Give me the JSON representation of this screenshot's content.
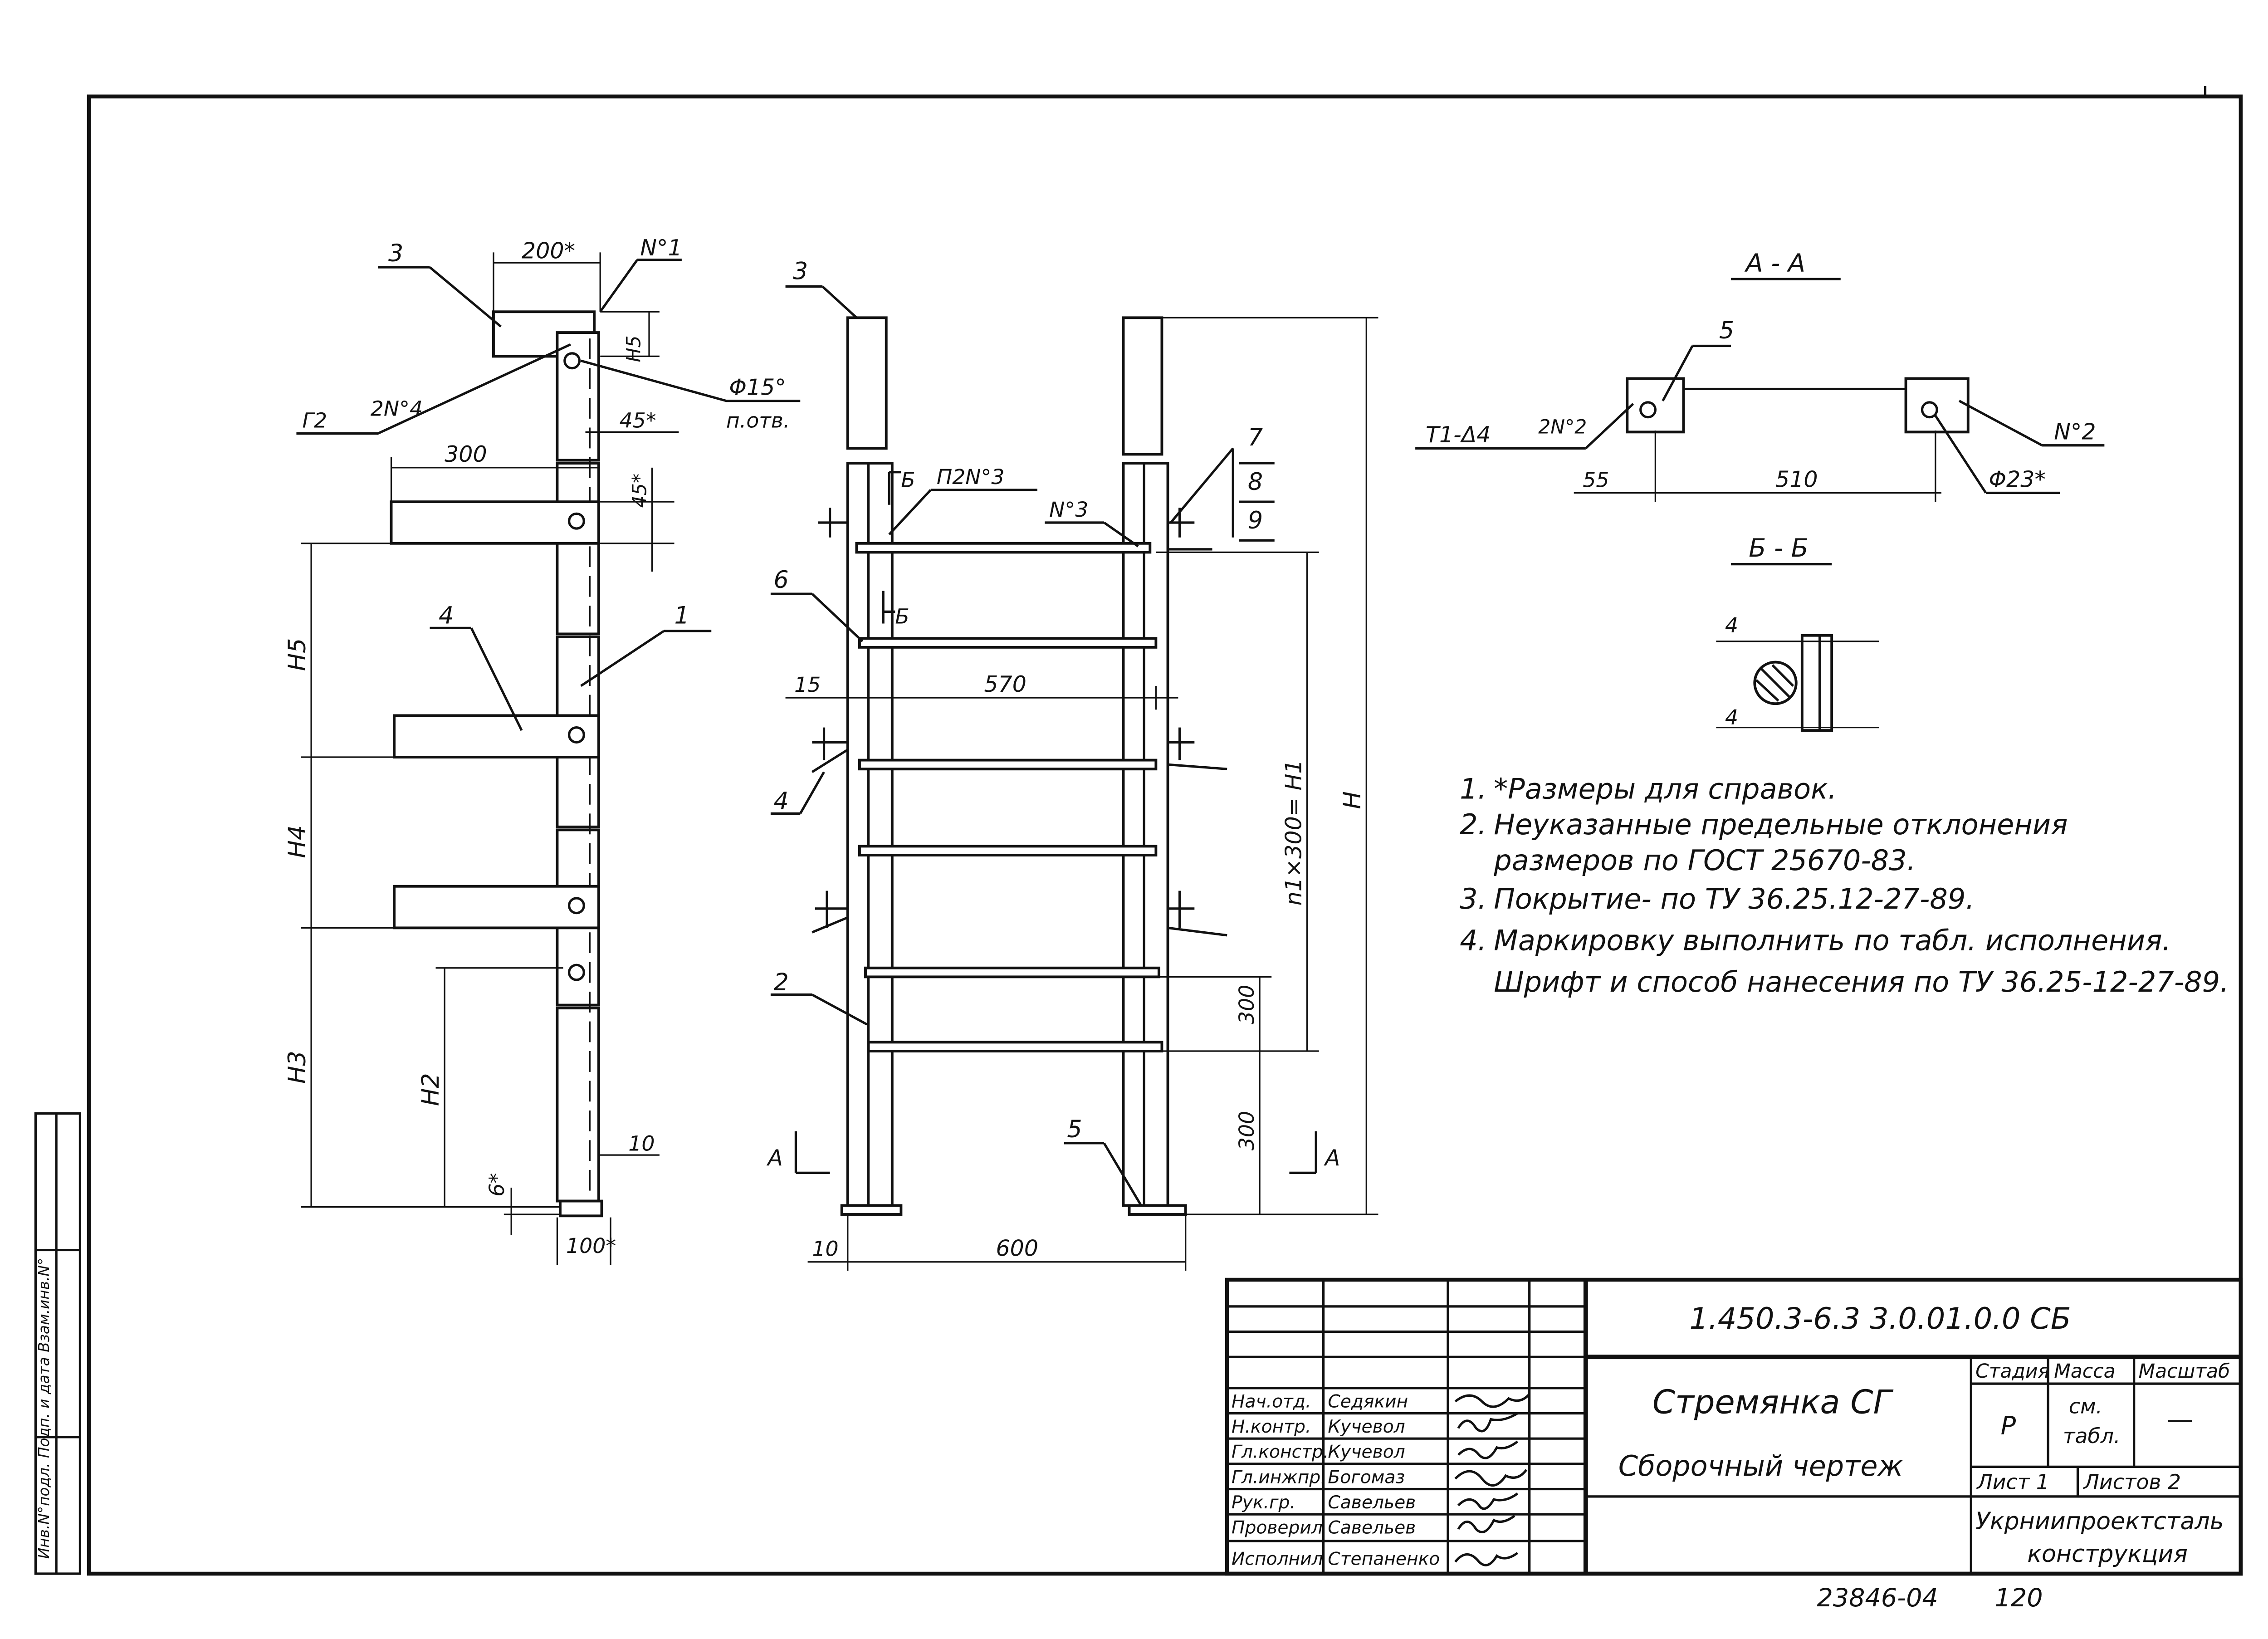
{
  "drawing": {
    "side_view": {
      "dim_top_width": "200*",
      "dim_hole": "Φ15°",
      "dim_hole_note": "п.отв.",
      "dim_45a": "45*",
      "dim_45b": "45*",
      "dim_300": "300",
      "dim_h5_top": "H5",
      "dim_h5": "H5",
      "dim_h4": "H4",
      "dim_h3": "H3",
      "dim_h2": "H2",
      "dim_6": "6*",
      "dim_10": "10",
      "dim_100": "100*",
      "weld_note": "Г2",
      "weld_no4": "2N°4",
      "callout_no1": "N°1",
      "pos_3": "3",
      "pos_4": "4",
      "pos_1": "1"
    },
    "front_view": {
      "pos_3": "3",
      "pos_6": "6",
      "pos_4": "4",
      "pos_2": "2",
      "pos_5": "5",
      "pos_7": "7",
      "pos_8": "8",
      "pos_9": "9",
      "section_b_top": "Б",
      "section_b_bottom": "Б",
      "weld_n2_no3": "П2N°3",
      "callout_no3": "N°3",
      "dim_15": "15",
      "dim_570": "570",
      "dim_n1x300": "n1×300= H1",
      "dim_h": "H",
      "dim_300_upper": "300",
      "dim_300_lower": "300",
      "dim_10": "10",
      "dim_600": "600",
      "section_a_left": "А",
      "section_a_right": "А"
    },
    "section_aa": {
      "title": "А - А",
      "pos_5": "5",
      "weld_label": "Т1-Δ4",
      "weld_no2": "2N°2",
      "callout_no2": "N°2",
      "dim_55": "55",
      "dim_510": "510",
      "dim_hole": "Φ23*"
    },
    "section_bb": {
      "title": "Б - Б",
      "pos_4_top": "4",
      "pos_4_bottom": "4"
    }
  },
  "notes": [
    {
      "num": "1.",
      "text": "*Размеры для справок."
    },
    {
      "num": "2.",
      "text": "Неуказанные предельные отклонения"
    },
    {
      "num": "",
      "text": "размеров по ГОСТ 25670-83."
    },
    {
      "num": "3.",
      "text": "Покрытие- по ТУ 36.25.12-27-89."
    },
    {
      "num": "4.",
      "text": "Маркировку выполнить по табл. исполнения."
    },
    {
      "num": "",
      "text": "Шрифт и способ нанесения по ТУ 36.25-12-27-89."
    }
  ],
  "title_block": {
    "doc_code": "1.450.3-6.3 3.0.01.0.0 СБ",
    "name_line1": "Стремянка СГ",
    "name_line2": "Сборочный чертеж",
    "col_stage": "Стадия",
    "col_mass": "Масса",
    "col_scale": "Масштаб",
    "stage_value": "Р",
    "mass_value_1": "см.",
    "mass_value_2": "табл.",
    "scale_value": "—",
    "sheet_label": "Лист 1",
    "sheets_label": "Листов 2",
    "org_line1": "Укрниипроектсталь",
    "org_line2": "конструкция",
    "signatures": [
      {
        "role": "Нач.отд.",
        "name": "Седякин"
      },
      {
        "role": "Н.контр.",
        "name": "Кучевол"
      },
      {
        "role": "Гл.констр.",
        "name": "Кучевол"
      },
      {
        "role": "Гл.инжпр.",
        "name": "Богомаз"
      },
      {
        "role": "Рук.гр.",
        "name": "Савельев"
      },
      {
        "role": "Проверил",
        "name": "Савельев"
      },
      {
        "role": "Исполнил",
        "name": "Степаненко"
      }
    ]
  },
  "footer": {
    "archive_number": "23846-04",
    "page_number": "120"
  },
  "left_margin_stamp": "Инв.N°подл. Подп. и дата Взам.инв.N°"
}
